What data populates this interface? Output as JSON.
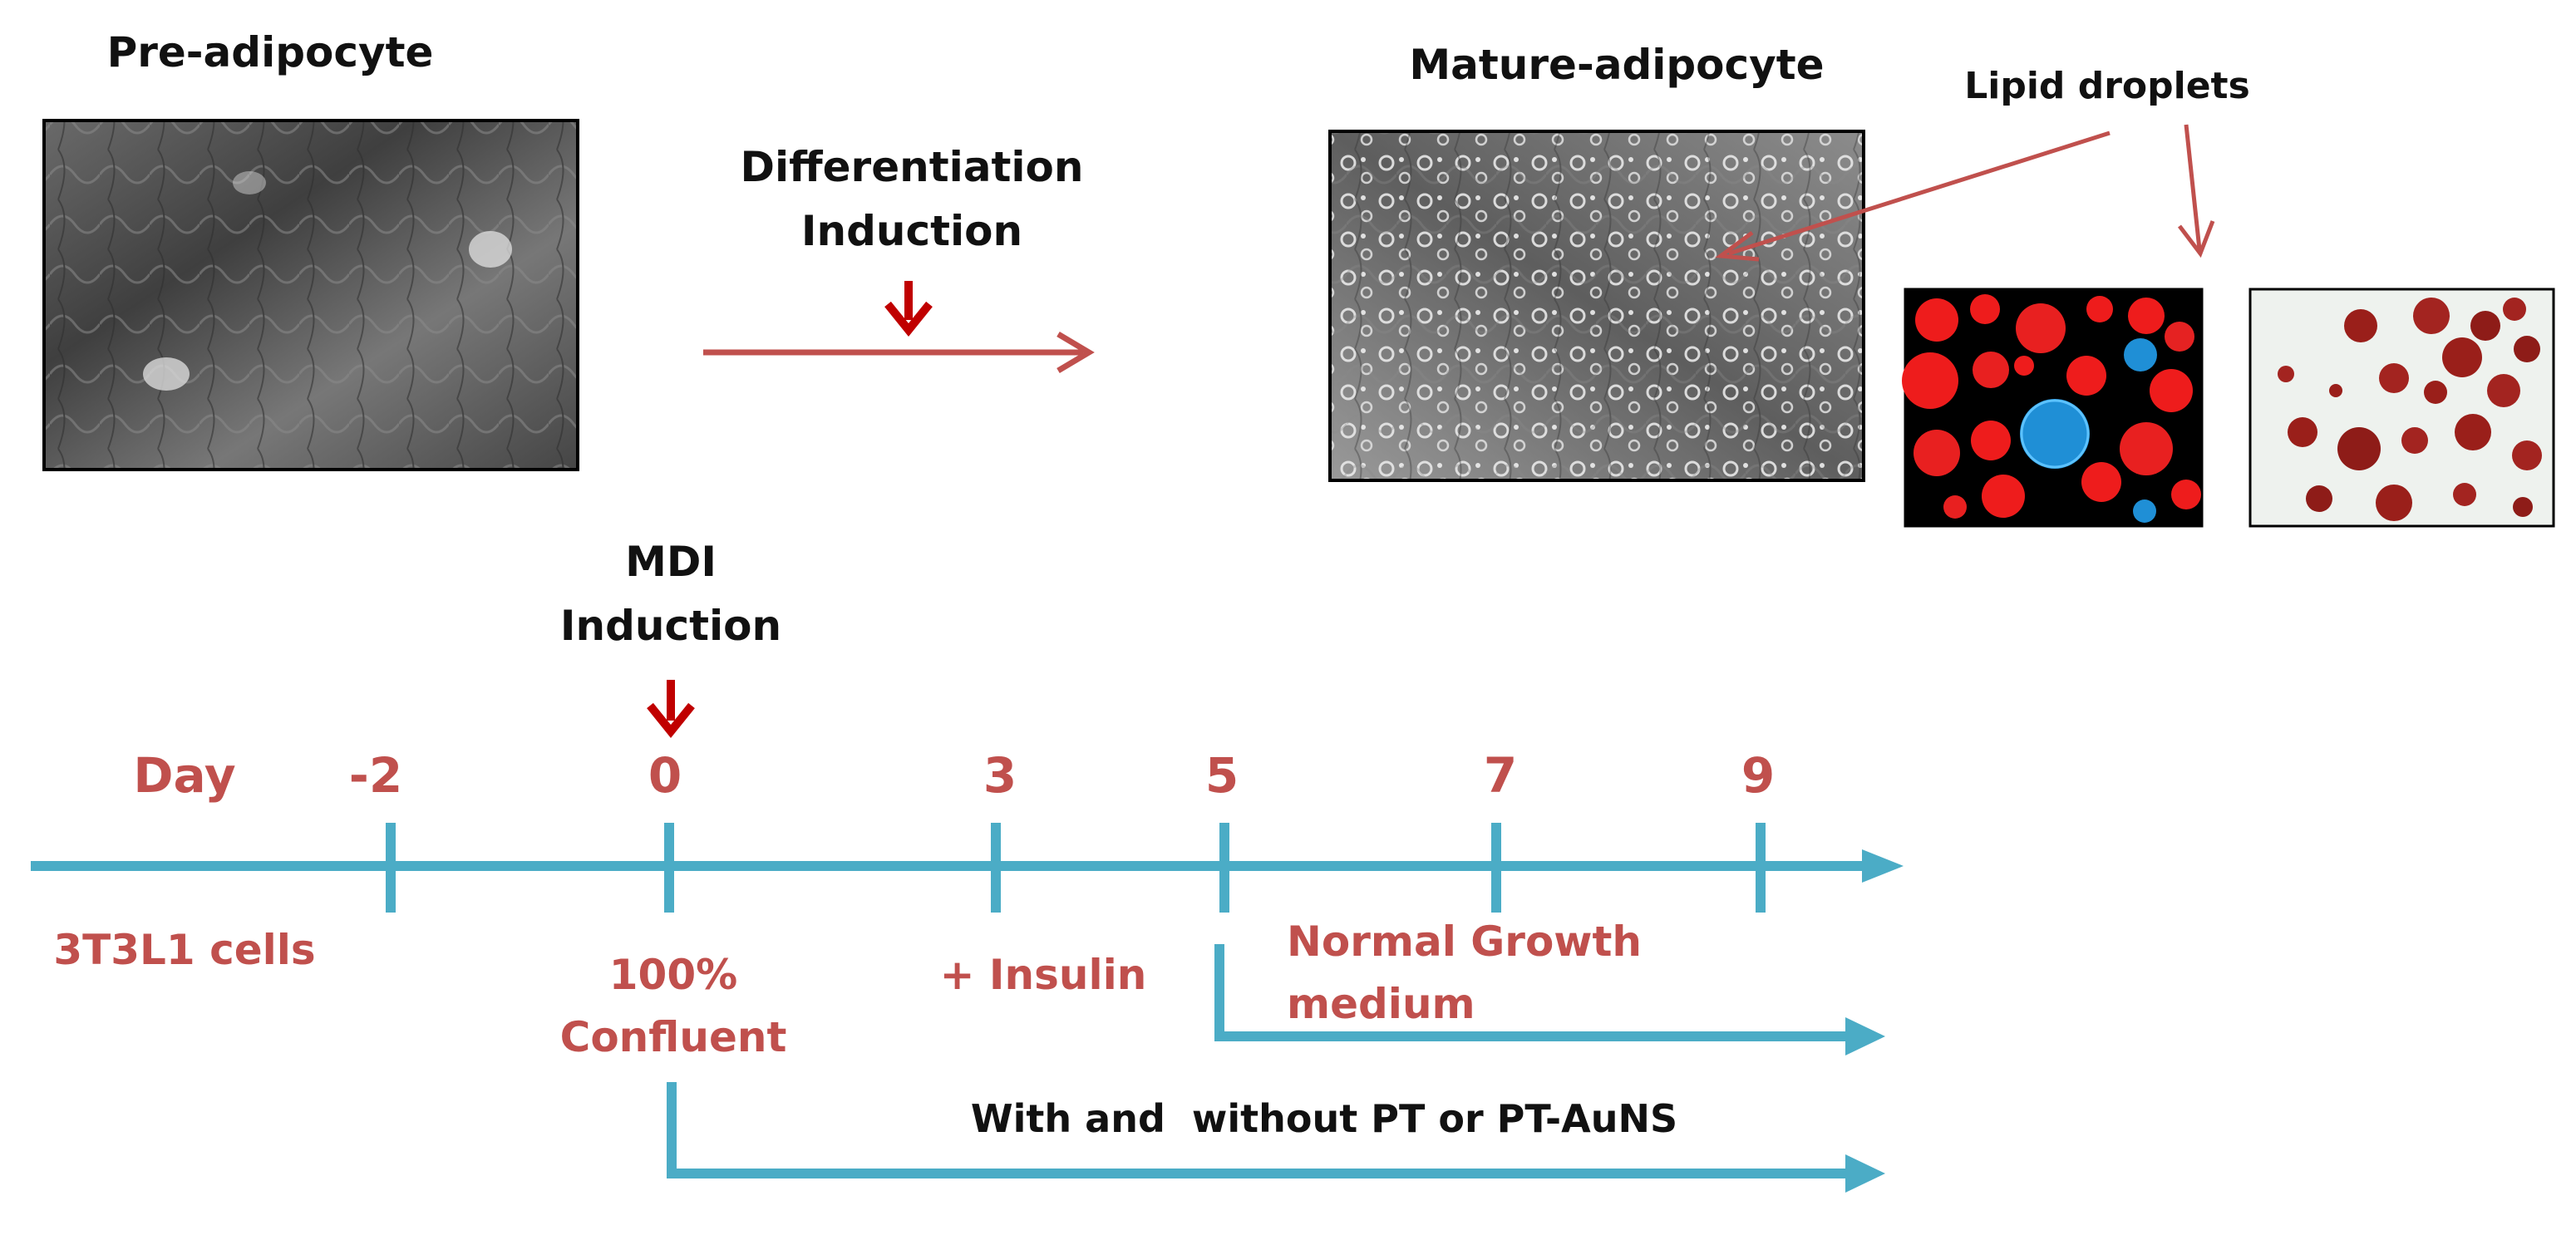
{
  "top": {
    "pre_adipocyte_label": "Pre-adipocyte",
    "mature_adipocyte_label": "Mature-adipocyte",
    "lipid_droplets_label": "Lipid droplets",
    "differentiation_label_line1": "Differentiation",
    "differentiation_label_line2": "Induction"
  },
  "timeline": {
    "mdi_label_line1": "MDI",
    "mdi_label_line2": "Induction",
    "day_label": "Day",
    "days": [
      "-2",
      "0",
      "3",
      "5",
      "7",
      "9"
    ],
    "cells_label": "3T3L1 cells",
    "confluent_line1": "100%",
    "confluent_line2": "Confluent",
    "insulin_label": "+ Insulin",
    "normal_growth_line1": "Normal Growth",
    "normal_growth_line2": "medium",
    "treatment_label": "With and  without PT or PT-AuNS"
  },
  "colors": {
    "timeline_blue": "#4bacc6",
    "label_red": "#c0504d",
    "arrow_red": "#c00000",
    "text_dark": "#111111"
  }
}
